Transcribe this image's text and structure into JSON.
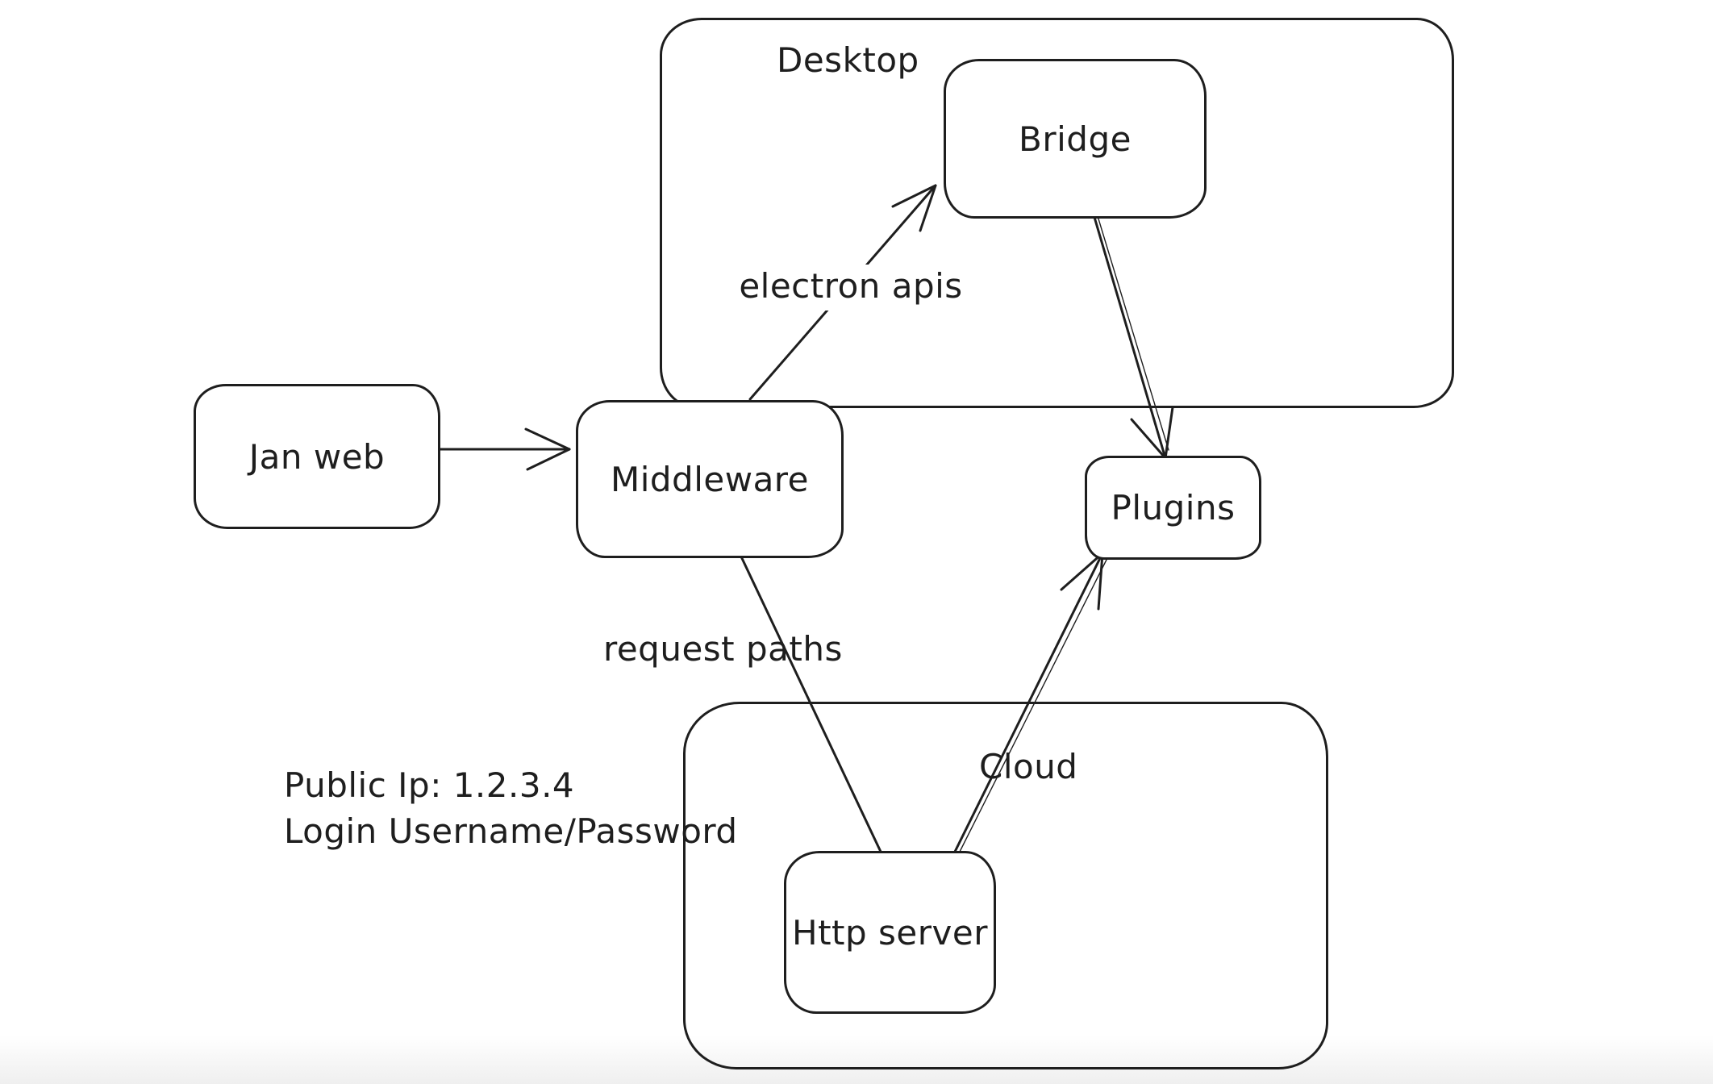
{
  "colors": {
    "stroke": "#1e1e1e",
    "canvas_bg": "#ffffff",
    "bottom_fade": "#efefef"
  },
  "containers": [
    {
      "id": "desktop",
      "label": "Desktop"
    },
    {
      "id": "cloud",
      "label": "Cloud"
    }
  ],
  "nodes": [
    {
      "id": "jan_web",
      "label": "Jan web"
    },
    {
      "id": "middleware",
      "label": "Middleware"
    },
    {
      "id": "bridge",
      "label": "Bridge"
    },
    {
      "id": "plugins",
      "label": "Plugins"
    },
    {
      "id": "http_server",
      "label": "Http server"
    }
  ],
  "edges": [
    {
      "from": "jan_web",
      "to": "middleware",
      "label": ""
    },
    {
      "from": "middleware",
      "to": "bridge",
      "label": "electron apis"
    },
    {
      "from": "bridge",
      "to": "plugins",
      "label": ""
    },
    {
      "from": "middleware",
      "to": "http_server",
      "label": "request paths"
    },
    {
      "from": "http_server",
      "to": "plugins",
      "label": ""
    }
  ],
  "annotations": [
    "Public Ip: 1.2.3.4",
    "Login Username/Password"
  ]
}
